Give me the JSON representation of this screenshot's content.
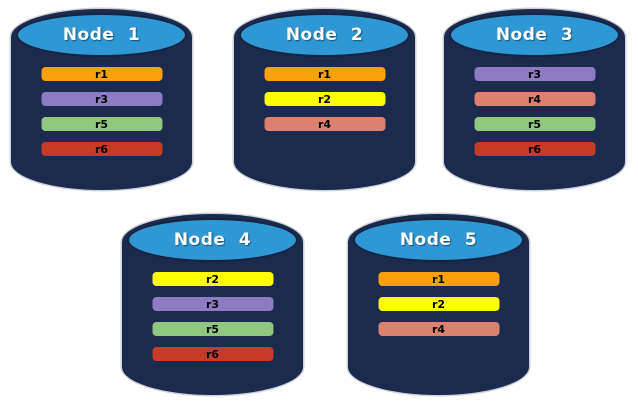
{
  "diagram": {
    "type": "database-replica-placement",
    "background": "#ffffff"
  },
  "colors": {
    "cylinder_body": "#1B2A4D",
    "cylinder_top": "#2E97D4",
    "cylinder_outline": "#CCD0D8",
    "title_text": "#FFFFFF",
    "bar_text": "#000000",
    "replica_colors": {
      "r1": "#F9A00B",
      "r2": "#FDFF00",
      "r3": "#8D7CC4",
      "r4": "#DC8170",
      "r5": "#8FC87E",
      "r6": "#C63B25"
    }
  },
  "nodes": [
    {
      "label": "Node 1",
      "replicas": [
        "r1",
        "r3",
        "r5",
        "r6"
      ]
    },
    {
      "label": "Node 2",
      "replicas": [
        "r1",
        "r2",
        "r4"
      ]
    },
    {
      "label": "Node 3",
      "replicas": [
        "r3",
        "r4",
        "r5",
        "r6"
      ]
    },
    {
      "label": "Node 4",
      "replicas": [
        "r2",
        "r3",
        "r5",
        "r6"
      ]
    },
    {
      "label": "Node 5",
      "replicas": [
        "r1",
        "r2",
        "r4"
      ]
    }
  ]
}
